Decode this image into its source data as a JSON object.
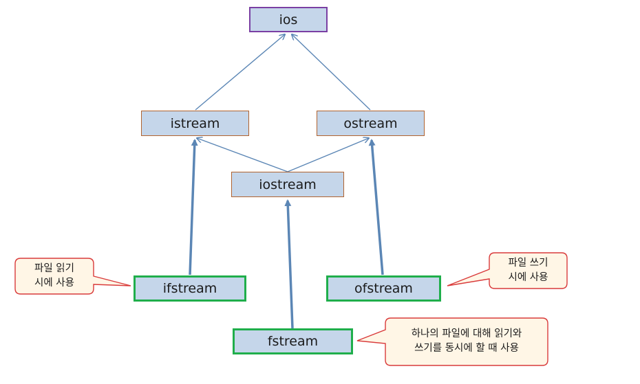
{
  "nodes": {
    "ios": "ios",
    "istream": "istream",
    "ostream": "ostream",
    "iostream": "iostream",
    "ifstream": "ifstream",
    "ofstream": "ofstream",
    "fstream": "fstream"
  },
  "callouts": {
    "ifstream_line1": "파일 읽기",
    "ifstream_line2": "시에 사용",
    "ofstream_line1": "파일 쓰기",
    "ofstream_line2": "시에 사용",
    "fstream_line1": "하나의 파일에 대해 읽기와",
    "fstream_line2": "쓰기를 동시에 할 때 사용"
  },
  "colors": {
    "box_fill": "#c5d6ea",
    "base_border": "#7a3fa3",
    "stream_border": "#b0622e",
    "file_border": "#1fae4b",
    "arrow": "#5b86b5",
    "callout_fill": "#fff6e6",
    "callout_border": "#d93a3a"
  }
}
